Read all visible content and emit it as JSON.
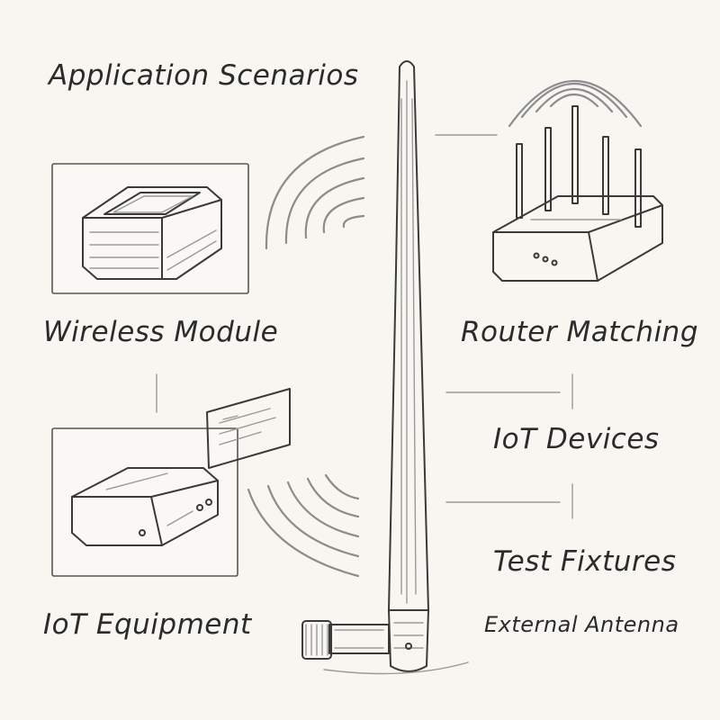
{
  "title": "Application Scenarios",
  "labels": {
    "wireless_module": "Wireless Module",
    "router_matching": "Router Matching",
    "iot_devices": "IoT Devices",
    "test_fixtures": "Test Fixtures",
    "iot_equipment": "IoT Equipment",
    "external_antenna": "External Antenna"
  },
  "style": {
    "background": "#f7f6f1",
    "ink": "#2b2b2b",
    "wave": "#8c8c8c"
  }
}
